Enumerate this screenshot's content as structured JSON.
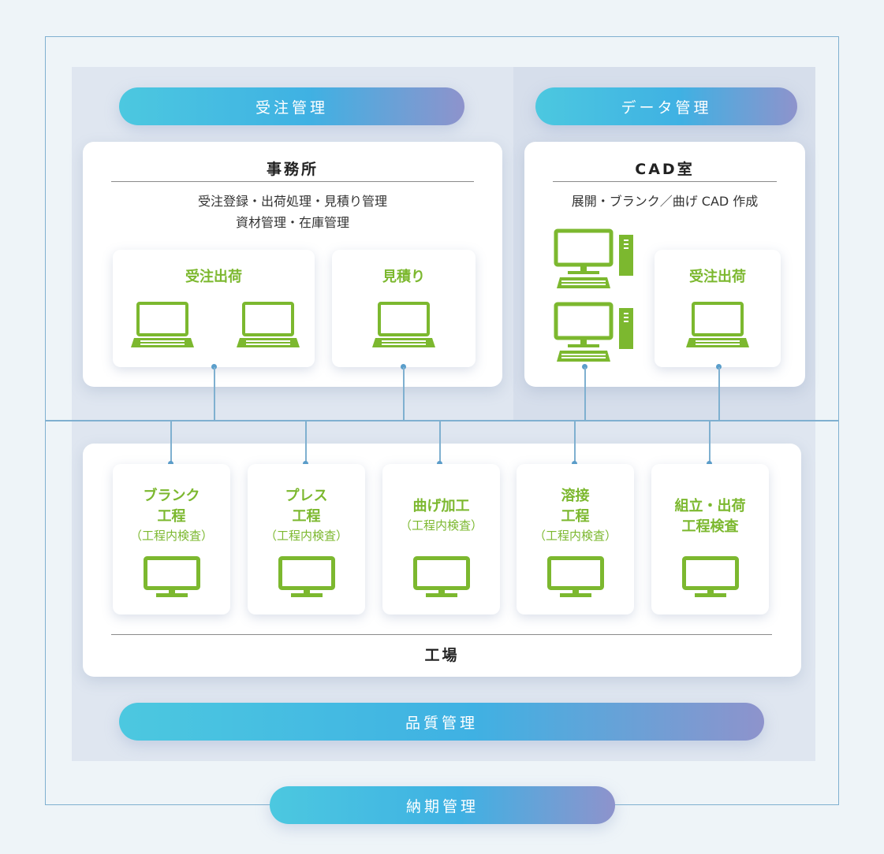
{
  "colors": {
    "green": "#7cb82f",
    "line": "#7fb0d0",
    "dot": "#5a9ecb"
  },
  "pills": {
    "order": "受注管理",
    "data": "データ管理",
    "quality": "品質管理",
    "delivery": "納期管理"
  },
  "office": {
    "title": "事務所",
    "desc_line1": "受注登録・出荷処理・見積り管理",
    "desc_line2": "資材管理・在庫管理",
    "cards": [
      {
        "label": "受注出荷",
        "icon": "laptop-icon"
      },
      {
        "label": "見積り",
        "icon": "laptop-icon"
      }
    ]
  },
  "cad": {
    "title": "CAD室",
    "desc": "展開・ブランク／曲げ CAD 作成",
    "card_label": "受注出荷",
    "icons": [
      "desktop-pc-icon",
      "desktop-pc-icon",
      "laptop-icon"
    ]
  },
  "factory": {
    "title": "工場",
    "stations": [
      {
        "line1": "ブランク",
        "line2": "工程",
        "sub": "（工程内検査）"
      },
      {
        "line1": "プレス",
        "line2": "工程",
        "sub": "（工程内検査）"
      },
      {
        "line1": "曲げ加工",
        "line2": "",
        "sub": "（工程内検査）"
      },
      {
        "line1": "溶接",
        "line2": "工程",
        "sub": "（工程内検査）"
      },
      {
        "line1": "組立・出荷",
        "line2": "工程検査",
        "sub": ""
      }
    ]
  }
}
